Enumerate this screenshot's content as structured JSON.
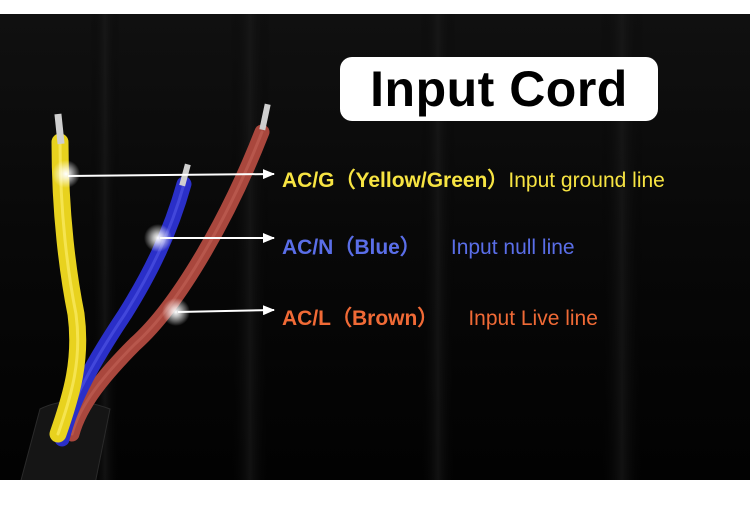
{
  "title": "Input Cord",
  "colors": {
    "background": "#070707",
    "ground": "#f7e442",
    "null": "#5a6ee8",
    "live": "#f06a36",
    "wire_yellow": "#e8d21e",
    "wire_blue": "#2a2fc8",
    "wire_brown": "#a9473d"
  },
  "labels": {
    "ground": {
      "code": "AC/G",
      "color_name": "（Yellow/Green）",
      "description": "Input ground line"
    },
    "null": {
      "code": "AC/N",
      "color_name": "（Blue）",
      "description": "Input null line"
    },
    "live": {
      "code": "AC/L",
      "color_name": "（Brown）",
      "description": "Input Live line"
    }
  }
}
